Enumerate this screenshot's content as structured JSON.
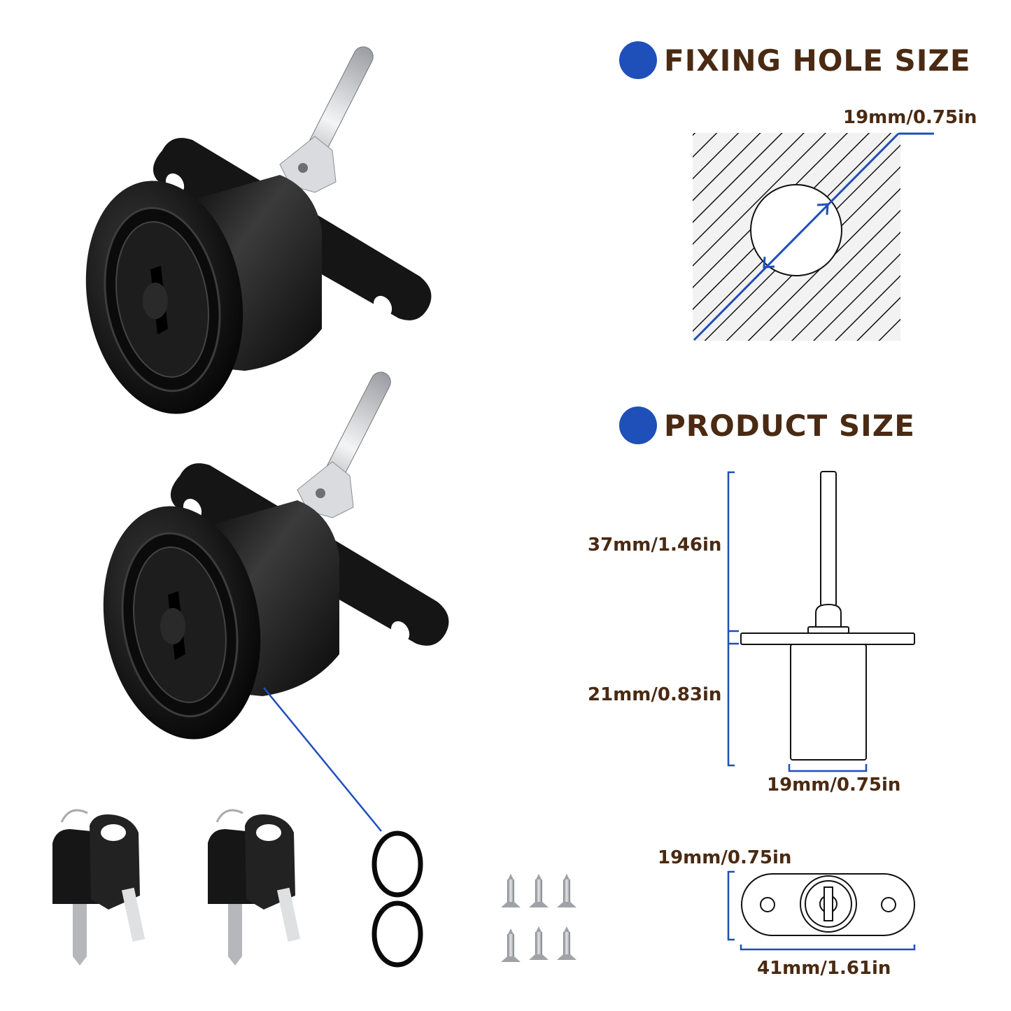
{
  "sections": {
    "fixing_hole": {
      "title": "FIXING HOLE SIZE",
      "diameter_label": "19mm/0.75in"
    },
    "product_size": {
      "title": "PRODUCT SIZE",
      "bolt_length_label": "37mm/1.46in",
      "body_length_label": "21mm/0.83in",
      "body_width_label": "19mm/0.75in",
      "plate_height_label": "19mm/0.75in",
      "plate_width_label": "41mm/1.61in"
    }
  },
  "product_photo": {
    "locks_count": 2,
    "keys_sets": 2,
    "o_rings": 2,
    "screws": 6
  },
  "colors": {
    "accent_blue": "#1f4fb8",
    "title_brown": "#4a2a12",
    "lock_black": "#111111",
    "steel": "#c9ccd0"
  }
}
